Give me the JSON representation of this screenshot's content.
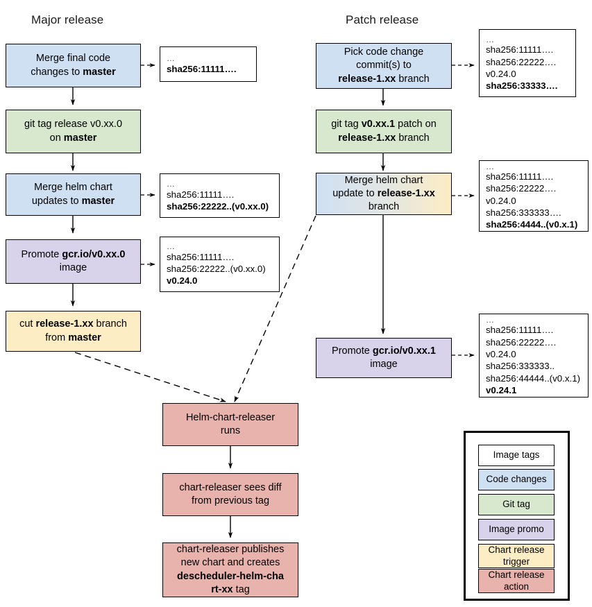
{
  "diagram": {
    "title_left": "Major release",
    "title_right": "Patch release"
  },
  "colors": {
    "code_changes": "#cfe0f3",
    "git_tag": "#d7e8ce",
    "image_promo": "#d8d2ea",
    "chart_release_trigger": "#fdedc4",
    "chart_release_action": "#e8b3ac",
    "image_tags": "#ffffff",
    "gradient_start": "#cfe0f3",
    "gradient_end": "#fdedc4",
    "stroke": "#000000"
  },
  "major_release": {
    "nodes": [
      {
        "id": "merge-final-code",
        "kind": "code-changes",
        "lines": [
          "Merge final code",
          "changes to <b>master</b>"
        ]
      },
      {
        "id": "git-tag-release",
        "kind": "git-tag",
        "lines": [
          "git tag release v0.xx.0",
          "on <b>master</b>"
        ]
      },
      {
        "id": "merge-helm-chart-master",
        "kind": "code-changes",
        "lines": [
          "Merge helm chart",
          "updates to <b>master</b>"
        ]
      },
      {
        "id": "promote-image-major",
        "kind": "image-promo",
        "lines": [
          "Promote <b>gcr.io/v0.xx.0</b>",
          "image"
        ]
      },
      {
        "id": "cut-release-branch",
        "kind": "chart-release-trigger",
        "lines": [
          "cut <b>release-1.xx</b> branch",
          "from <b>master</b>"
        ]
      }
    ],
    "tagboxes": [
      {
        "id": "tags-major-1",
        "lines": [
          {
            "text": "…",
            "bold": false,
            "dots": true
          },
          {
            "text": "sha256:11111….",
            "bold": true
          }
        ]
      },
      {
        "id": "tags-major-2",
        "lines": [
          {
            "text": "…",
            "bold": false,
            "dots": true
          },
          {
            "text": "sha256:11111….",
            "bold": false
          },
          {
            "text": "sha256:22222..(v0.xx.0)",
            "bold": true
          }
        ]
      },
      {
        "id": "tags-major-3",
        "lines": [
          {
            "text": "…",
            "bold": false,
            "dots": true
          },
          {
            "text": "sha256:11111….",
            "bold": false
          },
          {
            "text": "sha256:22222..(v0.xx.0)",
            "bold": false
          },
          {
            "text": "v0.24.0",
            "bold": true
          }
        ]
      }
    ]
  },
  "patch_release": {
    "nodes": [
      {
        "id": "pick-code-change",
        "kind": "code-changes",
        "lines": [
          "Pick code change",
          "commit(s) to",
          "<b>release-1.xx</b> branch"
        ]
      },
      {
        "id": "git-tag-patch",
        "kind": "git-tag",
        "lines": [
          "git tag <b>v0.xx.1</b> patch on",
          "<b>release-1.xx</b> branch"
        ]
      },
      {
        "id": "merge-helm-chart-release",
        "kind": "gradient-code-to-trigger",
        "lines": [
          "Merge helm chart",
          "update to <b>release-1.xx</b>",
          "branch"
        ]
      },
      {
        "id": "promote-image-patch",
        "kind": "image-promo",
        "lines": [
          "Promote <b>gcr.io/v0.xx.1</b>",
          "image"
        ]
      }
    ],
    "tagboxes": [
      {
        "id": "tags-patch-1",
        "lines": [
          {
            "text": "…",
            "bold": false,
            "dots": true
          },
          {
            "text": "sha256:11111….",
            "bold": false
          },
          {
            "text": "sha256:22222….",
            "bold": false
          },
          {
            "text": "v0.24.0",
            "bold": false
          },
          {
            "text": "sha256:33333….",
            "bold": true
          }
        ]
      },
      {
        "id": "tags-patch-2",
        "lines": [
          {
            "text": "…",
            "bold": false,
            "dots": true
          },
          {
            "text": "sha256:11111….",
            "bold": false
          },
          {
            "text": "sha256:22222….",
            "bold": false
          },
          {
            "text": "v0.24.0",
            "bold": false
          },
          {
            "text": "sha256:333333….",
            "bold": false
          },
          {
            "text": "sha256:4444..(v0.x.1)",
            "bold": true
          }
        ]
      },
      {
        "id": "tags-patch-3",
        "lines": [
          {
            "text": "…",
            "bold": false,
            "dots": true
          },
          {
            "text": "sha256:11111….",
            "bold": false
          },
          {
            "text": "sha256:22222….",
            "bold": false
          },
          {
            "text": "v0.24.0",
            "bold": false
          },
          {
            "text": "sha256:333333..",
            "bold": false
          },
          {
            "text": "sha256:44444..(v0.x.1)",
            "bold": false
          },
          {
            "text": "v0.24.1",
            "bold": true
          }
        ]
      }
    ]
  },
  "releaser_flow": {
    "nodes": [
      {
        "id": "helm-chart-releaser-runs",
        "kind": "chart-release-action",
        "lines": [
          "Helm-chart-releaser",
          "runs"
        ]
      },
      {
        "id": "chart-releaser-sees-diff",
        "kind": "chart-release-action",
        "lines": [
          "chart-releaser sees diff",
          "from previous tag"
        ]
      },
      {
        "id": "chart-releaser-publishes",
        "kind": "chart-release-action",
        "lines": [
          "chart-releaser publishes",
          "new chart and creates",
          "<b>descheduler-helm-cha</b>",
          "<b>rt-xx</b> tag"
        ]
      }
    ]
  },
  "legend": {
    "items": [
      {
        "label": "Image tags",
        "kind": "image-tags"
      },
      {
        "label": "Code changes",
        "kind": "code-changes"
      },
      {
        "label": "Git tag",
        "kind": "git-tag"
      },
      {
        "label": "Image promo",
        "kind": "image-promo"
      },
      {
        "label": "Chart release trigger",
        "kind": "chart-release-trigger"
      },
      {
        "label": "Chart release action",
        "kind": "chart-release-action"
      }
    ]
  }
}
